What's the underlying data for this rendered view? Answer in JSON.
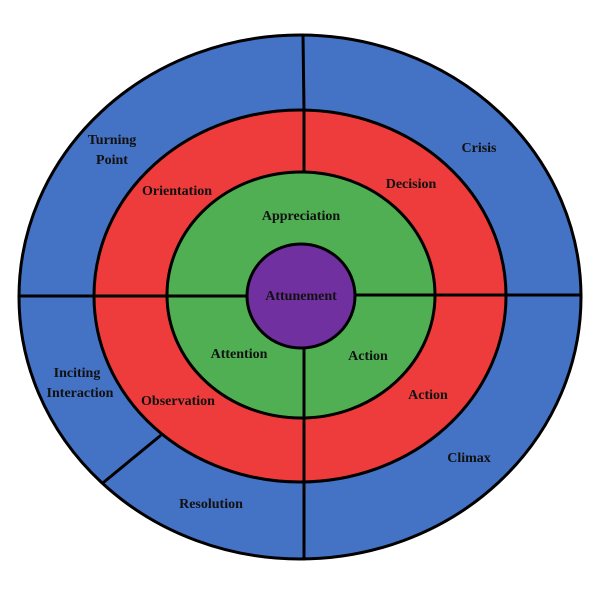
{
  "colors": {
    "outer_ring": "#4472C4",
    "middle_ring": "#EE3B3B",
    "inner_ring": "#4FAF52",
    "core": "#7030A0",
    "outline": "#000000"
  },
  "core": {
    "label": "Attunement"
  },
  "inner_ring": {
    "labels": {
      "top": "Appreciation",
      "bottom_left": "Attention",
      "bottom_right": "Action"
    }
  },
  "middle_ring": {
    "labels": {
      "top_left": "Orientation",
      "top_right": "Decision",
      "bottom_left": "Observation",
      "bottom_right": "Action"
    }
  },
  "outer_ring": {
    "labels": {
      "turning_point_line1": "Turning",
      "turning_point_line2": "Point",
      "crisis": "Crisis",
      "inciting_line1": "Inciting",
      "inciting_line2": "Interaction",
      "resolution": "Resolution",
      "climax": "Climax"
    }
  }
}
